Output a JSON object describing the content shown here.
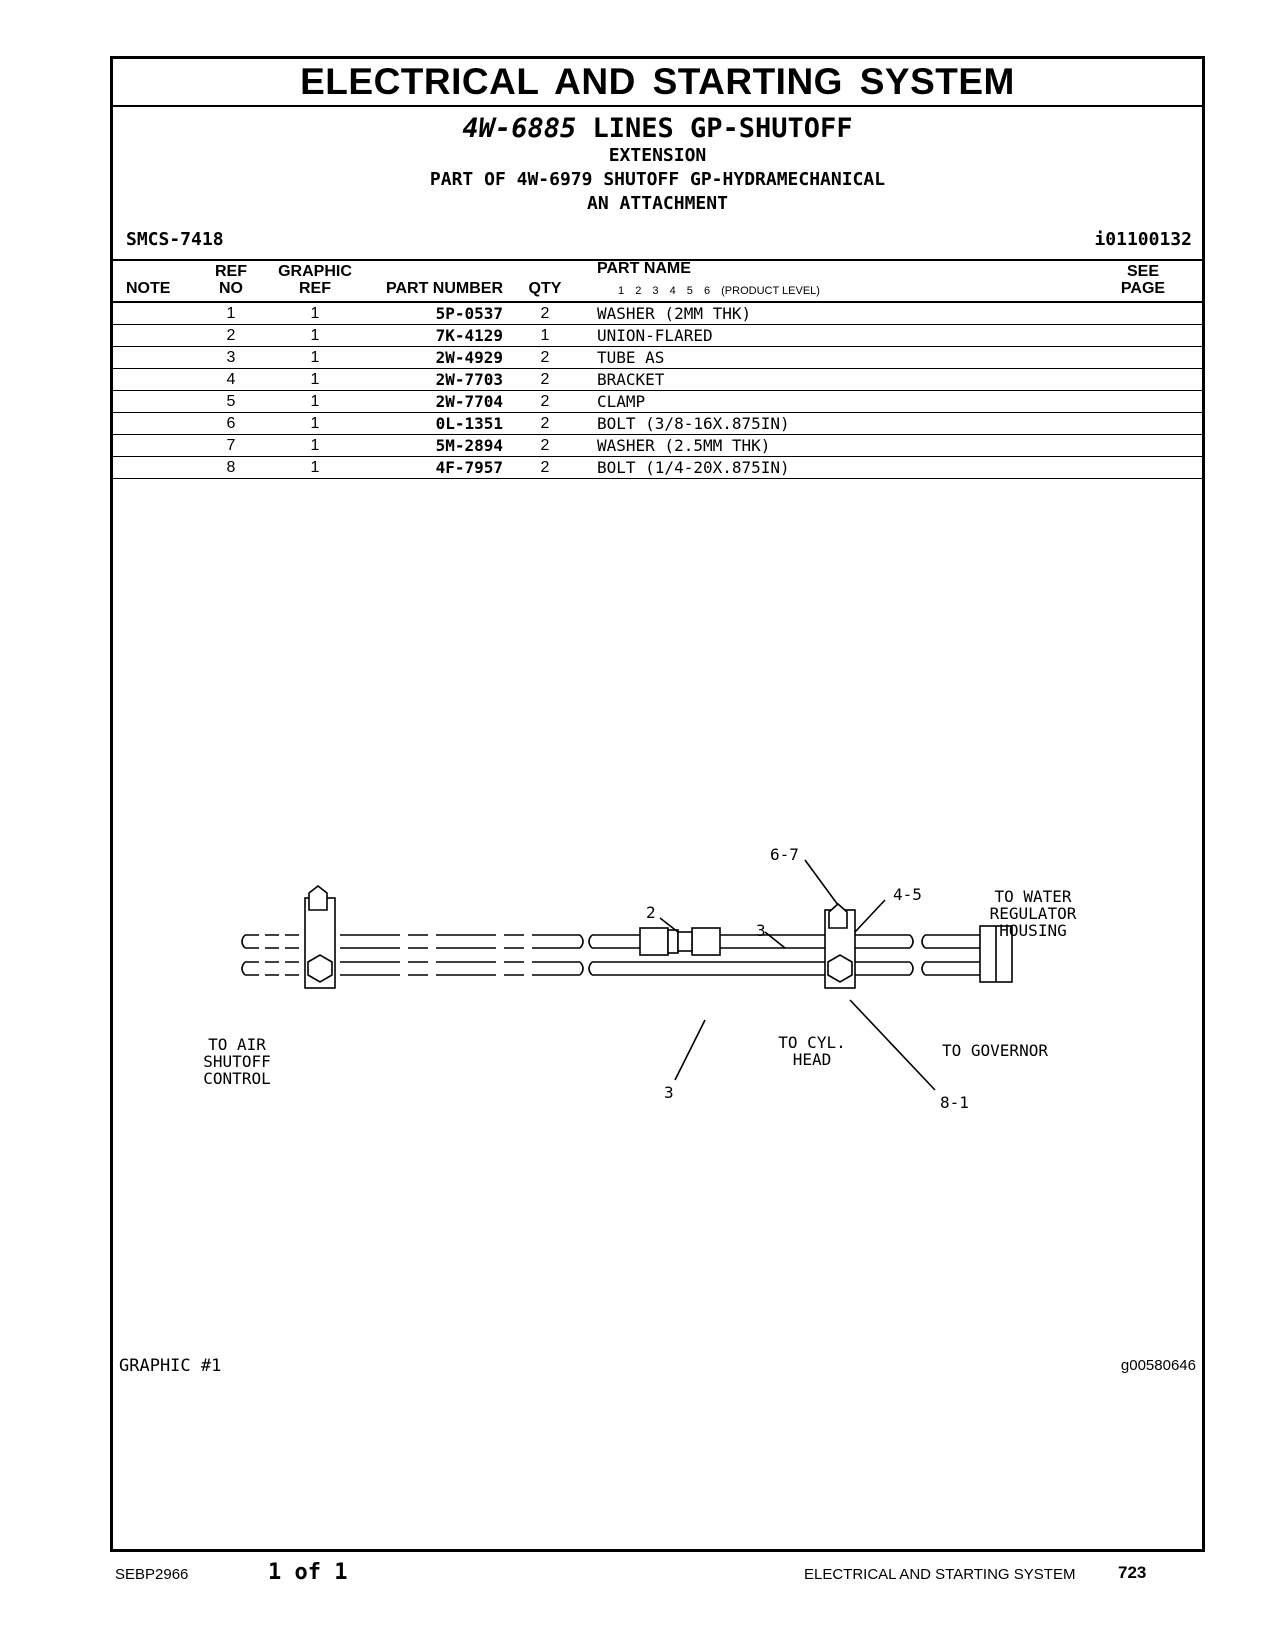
{
  "section_title": "ELECTRICAL AND STARTING SYSTEM",
  "group": {
    "part_number": "4W-6885",
    "name": "LINES GP-SHUTOFF",
    "lines": [
      "EXTENSION",
      "PART OF 4W-6979 SHUTOFF GP-HYDRAMECHANICAL",
      "AN ATTACHMENT"
    ]
  },
  "smcs": "SMCS-7418",
  "doc_id": "i01100132",
  "table": {
    "headers": {
      "note": "NOTE",
      "ref_no_1": "REF",
      "ref_no_2": "NO",
      "graphic_ref_1": "GRAPHIC",
      "graphic_ref_2": "REF",
      "part_number": "PART NUMBER",
      "qty": "QTY",
      "part_name": "PART NAME",
      "product_levels": [
        "1",
        "2",
        "3",
        "4",
        "5",
        "6"
      ],
      "product_level_label": "(PRODUCT LEVEL)",
      "see_page_1": "SEE",
      "see_page_2": "PAGE"
    },
    "rows": [
      {
        "ref": "1",
        "graphic_ref": "1",
        "part_number": "5P-0537",
        "qty": "2",
        "name": "WASHER (2MM THK)"
      },
      {
        "ref": "2",
        "graphic_ref": "1",
        "part_number": "7K-4129",
        "qty": "1",
        "name": "UNION-FLARED"
      },
      {
        "ref": "3",
        "graphic_ref": "1",
        "part_number": "2W-4929",
        "qty": "2",
        "name": "TUBE AS"
      },
      {
        "ref": "4",
        "graphic_ref": "1",
        "part_number": "2W-7703",
        "qty": "2",
        "name": "BRACKET"
      },
      {
        "ref": "5",
        "graphic_ref": "1",
        "part_number": "2W-7704",
        "qty": "2",
        "name": "CLAMP"
      },
      {
        "ref": "6",
        "graphic_ref": "1",
        "part_number": "0L-1351",
        "qty": "2",
        "name": "BOLT (3/8-16X.875IN)"
      },
      {
        "ref": "7",
        "graphic_ref": "1",
        "part_number": "5M-2894",
        "qty": "2",
        "name": "WASHER (2.5MM THK)"
      },
      {
        "ref": "8",
        "graphic_ref": "1",
        "part_number": "4F-7957",
        "qty": "2",
        "name": "BOLT (1/4-20X.875IN)"
      }
    ]
  },
  "diagram": {
    "callouts": {
      "c67": "6-7",
      "c45": "4-5",
      "c2": "2",
      "c3top": "3",
      "c3bot": "3",
      "c81": "8-1"
    },
    "labels": {
      "water_1": "TO WATER",
      "water_2": "REGULATOR",
      "water_3": "HOUSING",
      "air_1": "TO AIR",
      "air_2": "SHUTOFF",
      "air_3": "CONTROL",
      "cyl_1": "TO CYL.",
      "cyl_2": "HEAD",
      "governor": "TO GOVERNOR"
    }
  },
  "graphic_label": "GRAPHIC #1",
  "graphic_id": "g00580646",
  "footer": {
    "doc": "SEBP2966",
    "page_of": "1 of 1",
    "section": "ELECTRICAL AND STARTING SYSTEM",
    "page_number": "723"
  }
}
